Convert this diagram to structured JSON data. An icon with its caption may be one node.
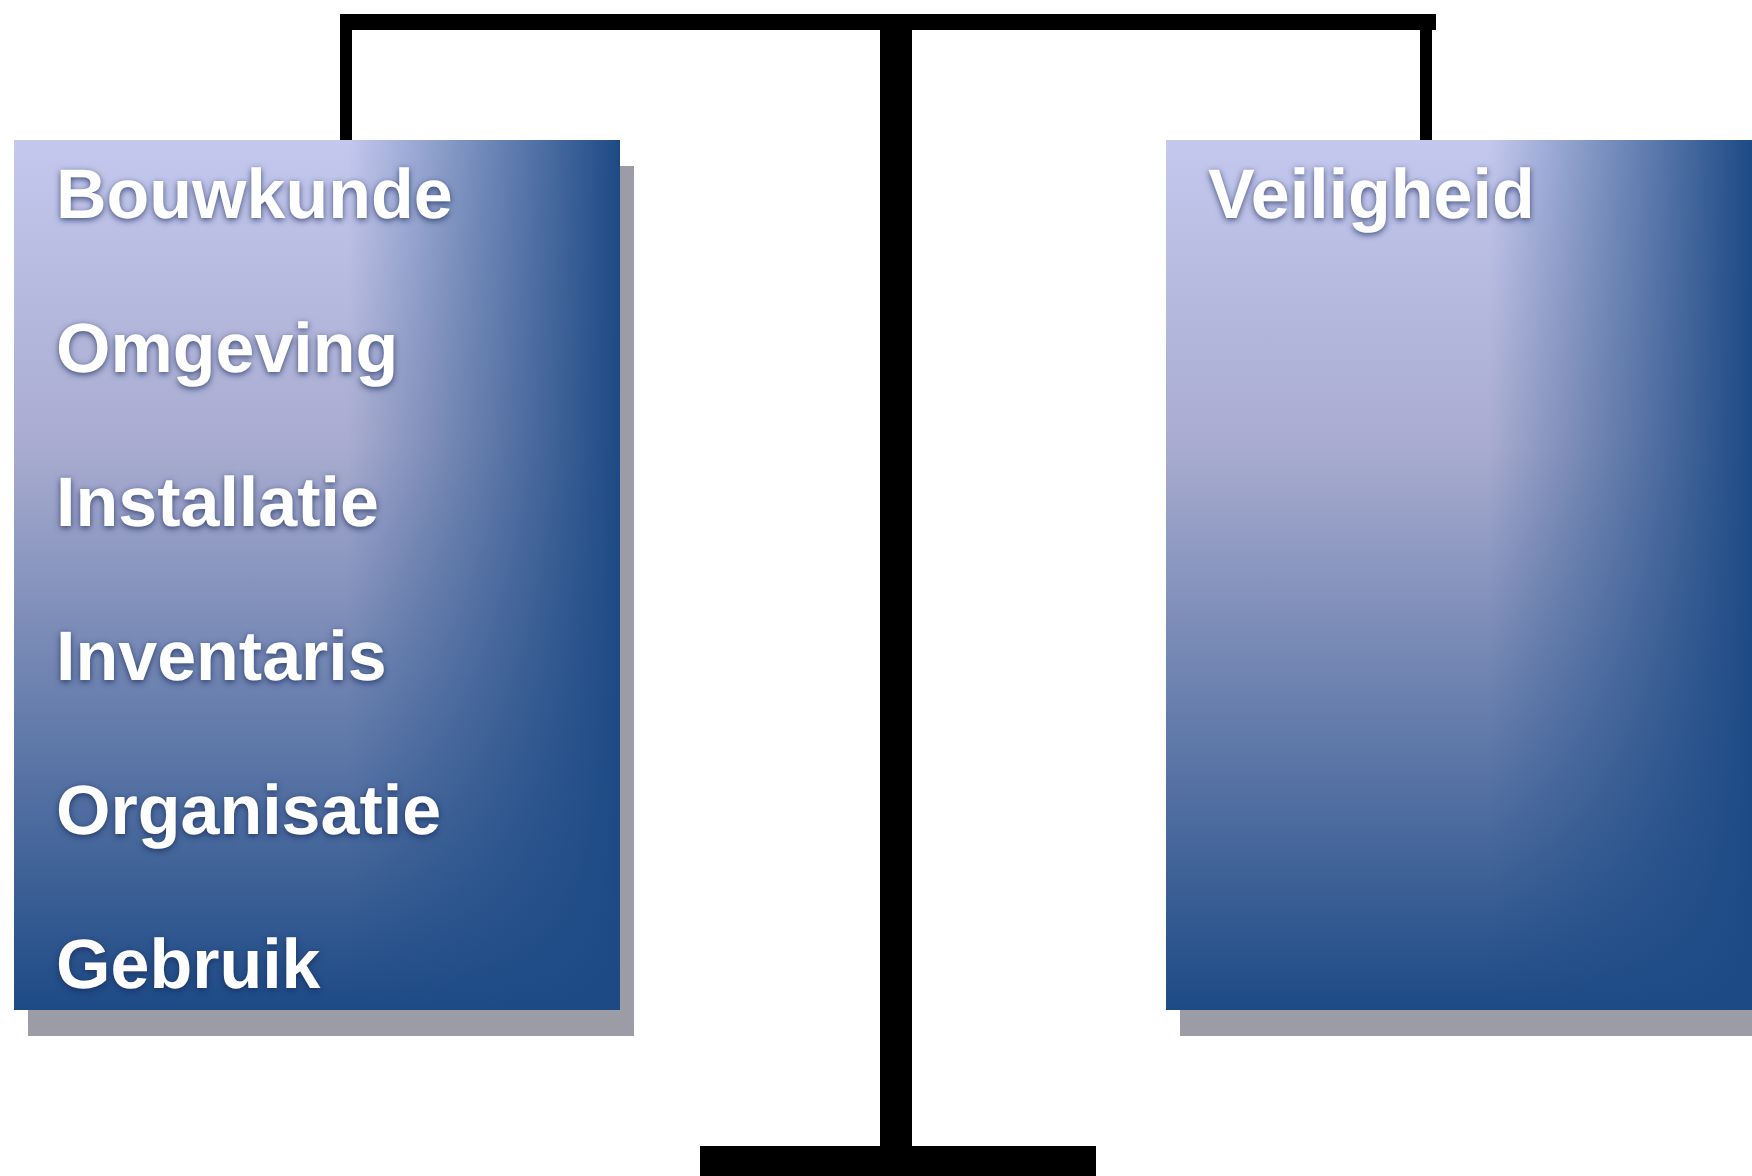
{
  "diagram": {
    "nodes": [
      {
        "text": [
          "Bouwkunde",
          "Omgeving",
          "Installatie",
          "Inventaris",
          "Organisatie",
          "Gebruik"
        ]
      },
      {
        "text": [
          "Veiligheid"
        ]
      },
      {
        "text": [],
        "shape": "bar"
      }
    ],
    "edges": [
      {
        "from": 2,
        "to": 0,
        "arrow": "none"
      },
      {
        "from": 2,
        "to": 1,
        "arrow": "none"
      }
    ]
  }
}
